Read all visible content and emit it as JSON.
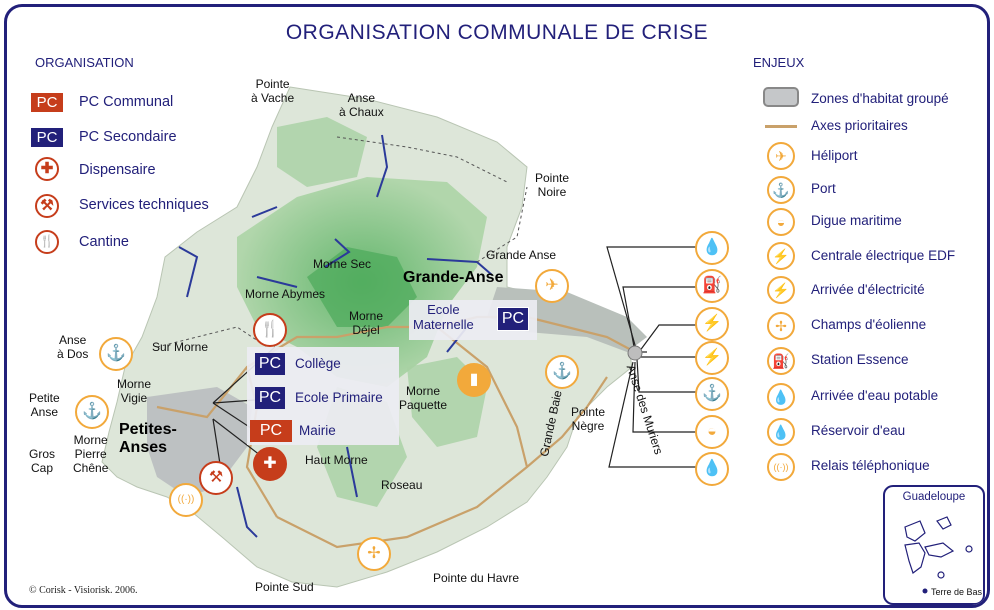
{
  "title": "ORGANISATION COMMUNALE DE CRISE",
  "organisation": {
    "heading": "ORGANISATION",
    "items": [
      {
        "icon": "pc-communal-badge",
        "badge": "PC",
        "label": "PC Communal"
      },
      {
        "icon": "pc-secondaire-badge",
        "badge": "PC",
        "label": "PC Secondaire"
      },
      {
        "icon": "dispensaire-icon",
        "glyph": "✚",
        "label": "Dispensaire"
      },
      {
        "icon": "services-techniques-icon",
        "glyph": "⚒",
        "label": "Services techniques"
      },
      {
        "icon": "cantine-icon",
        "glyph": "🍴",
        "label": "Cantine"
      }
    ]
  },
  "enjeux": {
    "heading": "ENJEUX",
    "items": [
      {
        "icon": "habitat-swatch",
        "label": "Zones d'habitat groupé"
      },
      {
        "icon": "axes-line",
        "label": "Axes prioritaires"
      },
      {
        "icon": "heliport-icon",
        "glyph": "✈",
        "label": "Héliport"
      },
      {
        "icon": "port-icon",
        "glyph": "⚓",
        "label": "Port"
      },
      {
        "icon": "digue-icon",
        "glyph": "◒",
        "label": "Digue maritime"
      },
      {
        "icon": "centrale-icon",
        "glyph": "⚡",
        "label": "Centrale électrique EDF"
      },
      {
        "icon": "arrivee-electricite-icon",
        "glyph": "⚡",
        "label": "Arrivée d'électricité"
      },
      {
        "icon": "eolienne-icon",
        "glyph": "✢",
        "label": "Champs d'éolienne"
      },
      {
        "icon": "station-essence-icon",
        "glyph": "⛽",
        "label": "Station Essence"
      },
      {
        "icon": "eau-potable-icon",
        "glyph": "💧",
        "label": "Arrivée d'eau potable"
      },
      {
        "icon": "reservoir-icon",
        "glyph": "💧",
        "label": "Réservoir d'eau"
      },
      {
        "icon": "relais-icon",
        "glyph": "((·))",
        "label": "Relais téléphonique"
      }
    ]
  },
  "map": {
    "places": {
      "pointe_vache": "Pointe\nà Vache",
      "anse_chaux": "Anse\nà Chaux",
      "pointe_noire": "Pointe\nNoire",
      "grande_anse_small": "Grande Anse",
      "morne_sec": "Morne Sec",
      "morne_abymes": "Morne Abymes",
      "morne_dejel": "Morne\nDéjel",
      "anse_dos": "Anse\nà Dos",
      "sur_morne": "Sur Morne",
      "morne_vigie": "Morne\nVigie",
      "petite_anse": "Petite\nAnse",
      "gros_cap": "Gros\nCap",
      "morne_pierre_chene": "Morne\nPierre\nChêne",
      "morne_paquette": "Morne\nPaquette",
      "haut_morne": "Haut Morne",
      "roseau": "Roseau",
      "pointe_sud": "Pointe Sud",
      "pointe_havre": "Pointe du Havre",
      "pointe_negre": "Pointe\nNègre",
      "grande_baie": "Grande Baie",
      "anse_muriers": "Anse des Muriers"
    },
    "towns": {
      "grande_anse": "Grande-Anse",
      "petites_anses": "Petites-\nAnses"
    },
    "ecole_maternelle": "Ecole\nMaternelle",
    "ecole_pc": "PC",
    "buildings": [
      {
        "badge": "PC",
        "label": "Collège",
        "color": "#22207a"
      },
      {
        "badge": "PC",
        "label": "Ecole Primaire",
        "color": "#22207a"
      },
      {
        "badge": "PC",
        "label": "Mairie",
        "color": "#c63d1b"
      }
    ]
  },
  "inset": {
    "title": "Guadeloupe",
    "label": "Terre de Bas"
  },
  "copyright": "© Corisk - Visiorisk. 2006.",
  "colors": {
    "navy": "#22207a",
    "red": "#c63d1b",
    "orange": "#f2a93b",
    "land": "#dde6d9",
    "forest": "#6cb96b"
  }
}
